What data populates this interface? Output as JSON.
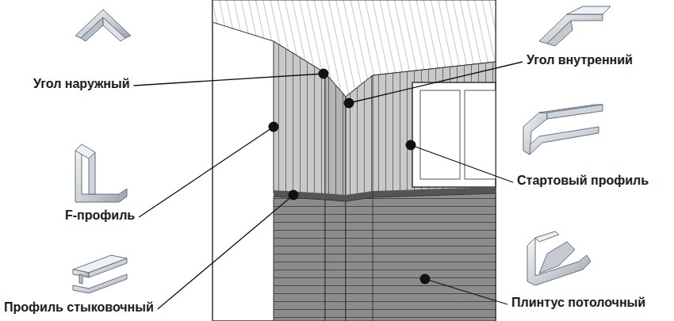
{
  "diagram": {
    "labels": [
      "Угол наружный",
      "Угол внутренний",
      "F-профиль",
      "Стартовый профиль",
      "Профиль стыковочный",
      "Плинтус потолочный"
    ]
  }
}
